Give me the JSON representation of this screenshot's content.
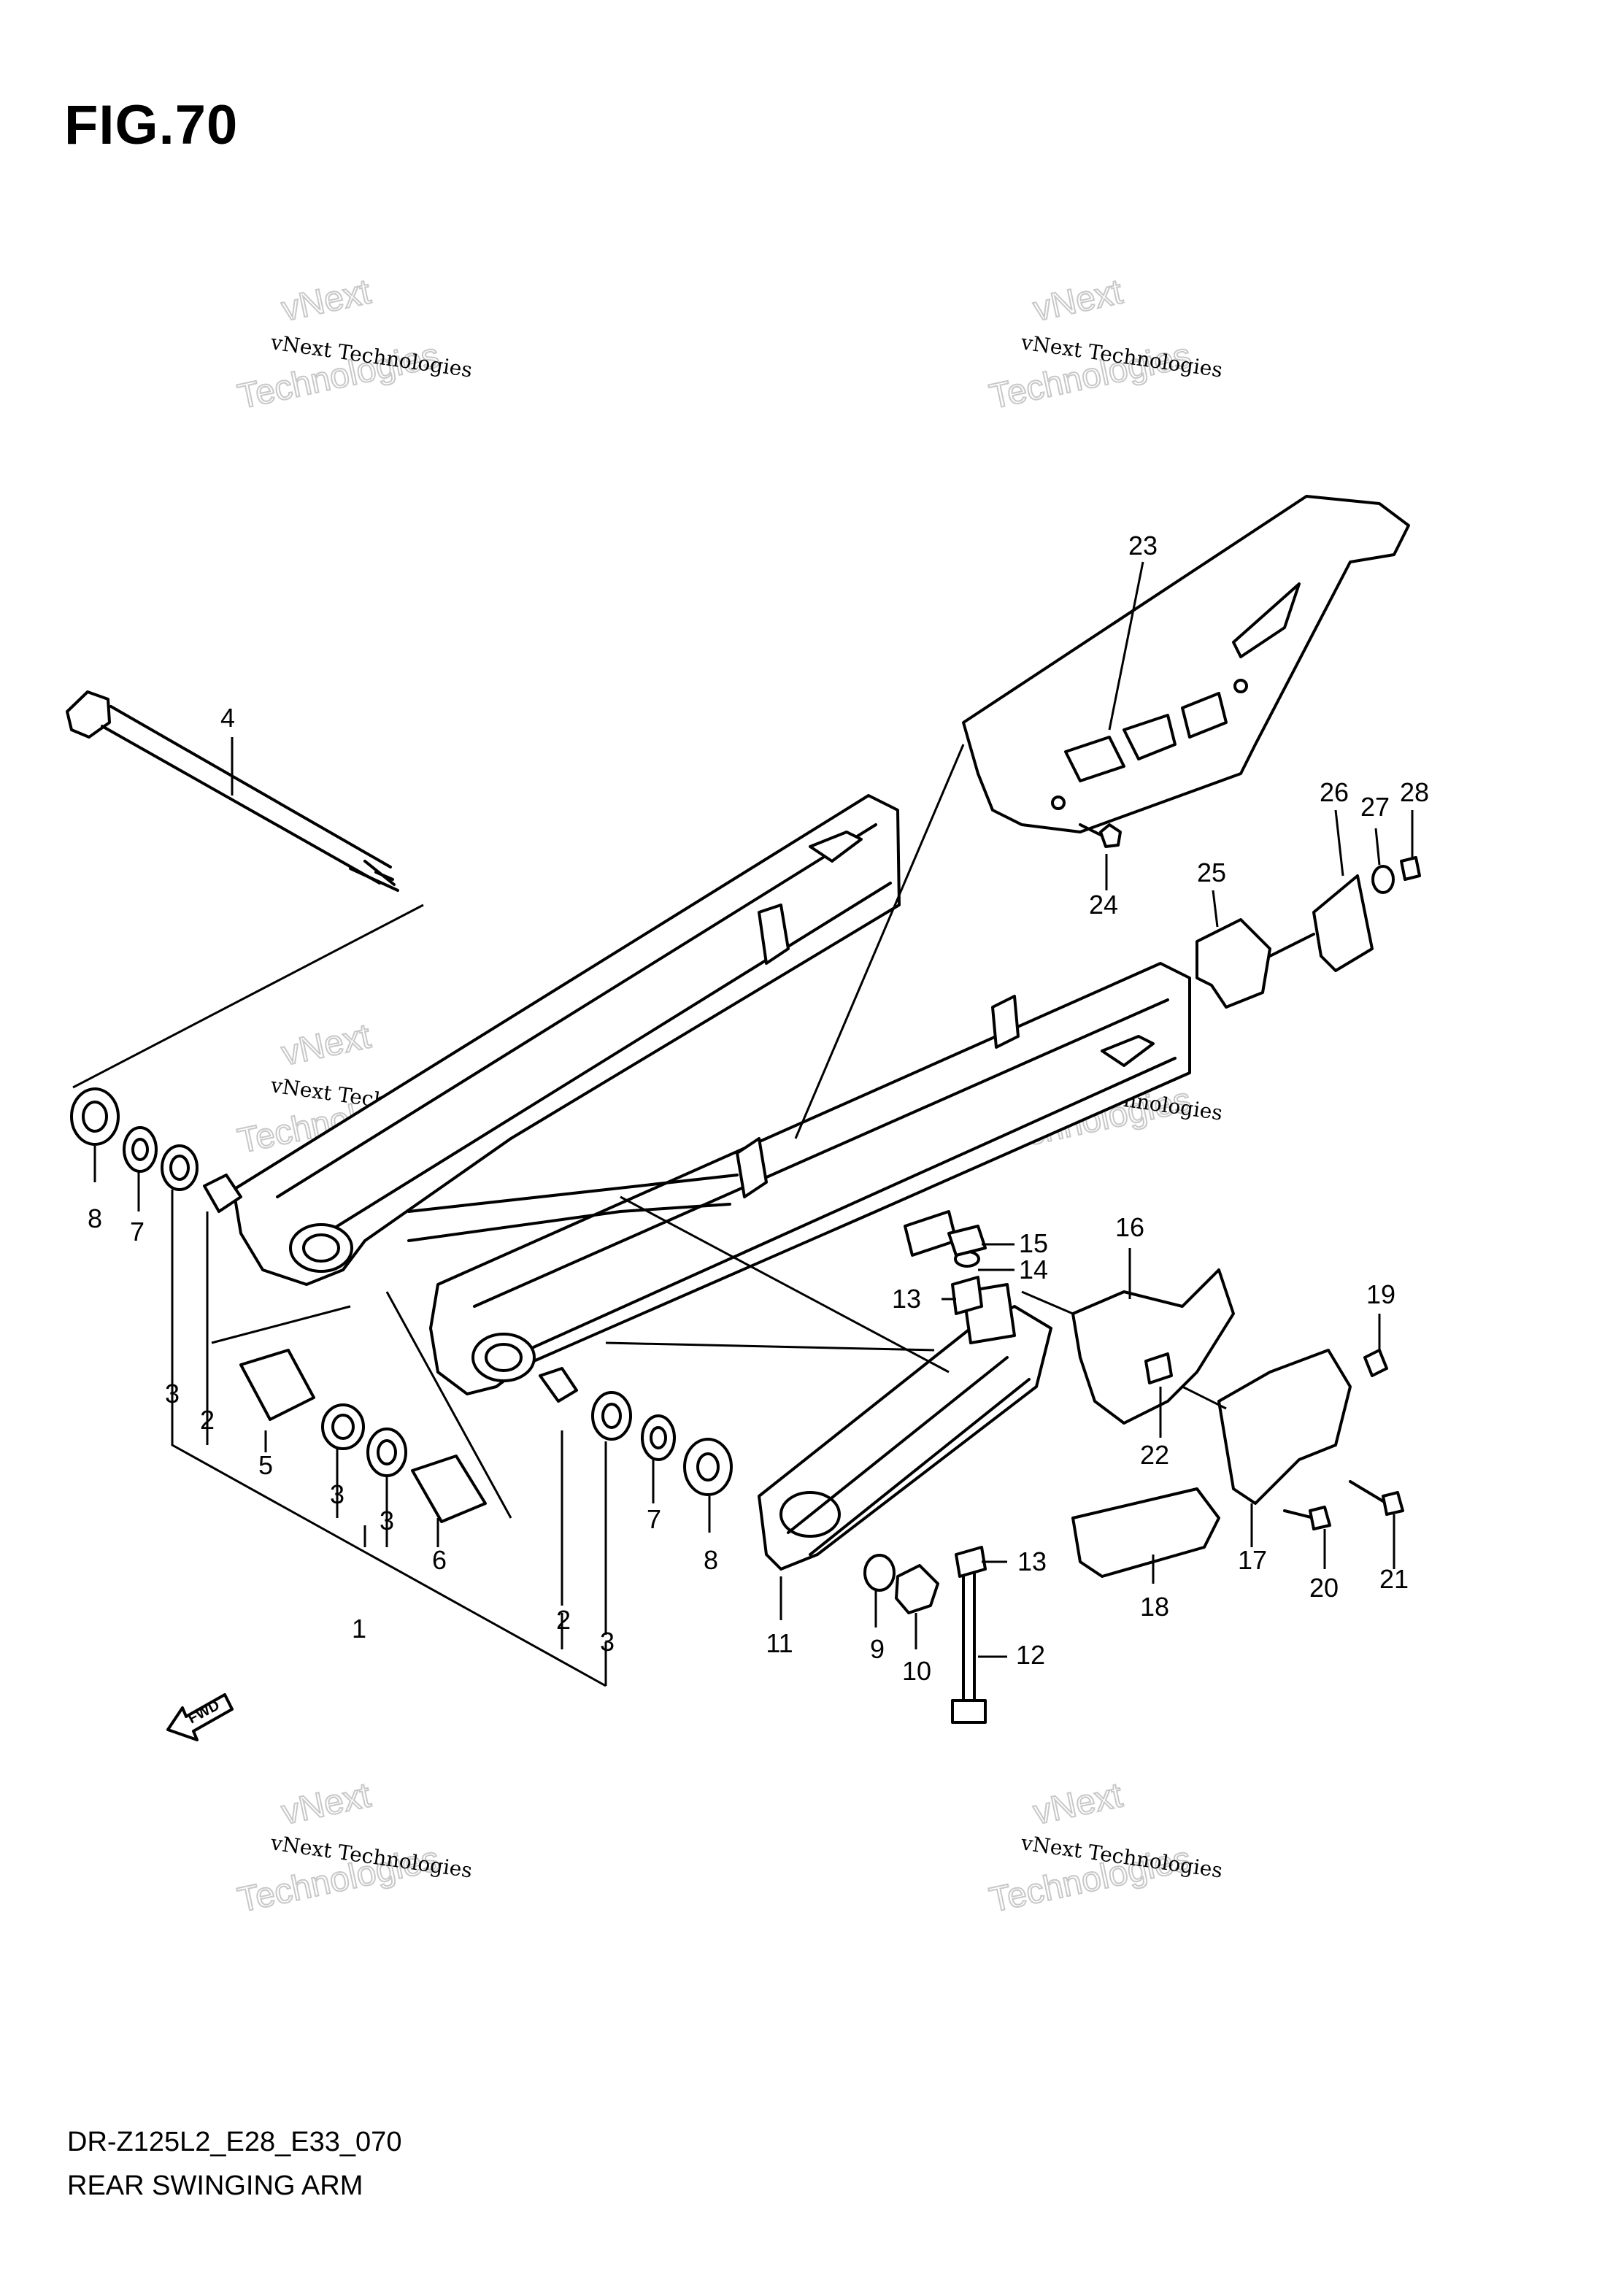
{
  "figure": {
    "title": "FIG.70",
    "code": "DR-Z125L2_E28_E33_070",
    "name": "REAR SWINGING ARM"
  },
  "watermark": {
    "line1": "vNext Technologies",
    "line2": "vNext",
    "line3": "Technologies"
  },
  "fwd_label": "FWD",
  "callouts": [
    "1",
    "2",
    "2",
    "3",
    "3",
    "3",
    "3",
    "4",
    "5",
    "6",
    "7",
    "7",
    "8",
    "8",
    "9",
    "10",
    "11",
    "12",
    "13",
    "13",
    "14",
    "15",
    "16",
    "17",
    "18",
    "19",
    "20",
    "21",
    "22",
    "23",
    "24",
    "25",
    "26",
    "27",
    "28"
  ]
}
